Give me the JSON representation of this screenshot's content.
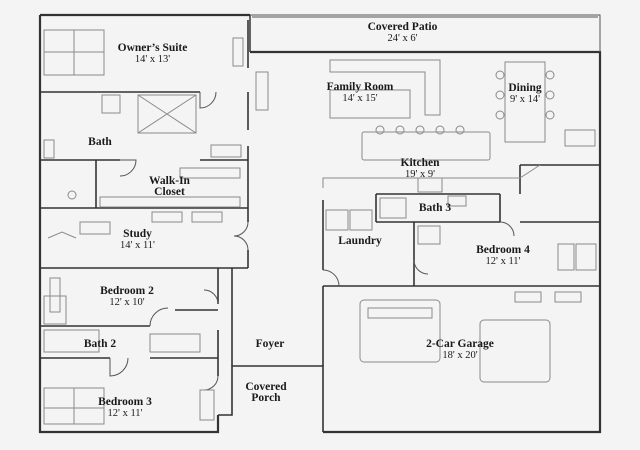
{
  "rooms": {
    "owners_suite": {
      "name": "Owner’s Suite",
      "dims": "14' x 13'"
    },
    "covered_patio": {
      "name": "Covered Patio",
      "dims": "24' x 6'"
    },
    "family_room": {
      "name": "Family Room",
      "dims": "14' x 15'"
    },
    "dining": {
      "name": "Dining",
      "dims": "9' x 14'"
    },
    "bath": {
      "name": "Bath"
    },
    "kitchen": {
      "name": "Kitchen",
      "dims": "19' x 9'"
    },
    "walk_in_closet": {
      "name_line1": "Walk-In",
      "name_line2": "Closet"
    },
    "bath3": {
      "name": "Bath 3"
    },
    "study": {
      "name": "Study",
      "dims": "14' x 11'"
    },
    "laundry": {
      "name": "Laundry"
    },
    "bedroom4": {
      "name": "Bedroom 4",
      "dims": "12' x 11'"
    },
    "bedroom2": {
      "name": "Bedroom 2",
      "dims": "12' x 10'"
    },
    "foyer": {
      "name": "Foyer"
    },
    "bath2": {
      "name": "Bath 2"
    },
    "garage": {
      "name": "2-Car Garage",
      "dims": "18' x 20'"
    },
    "bedroom3": {
      "name": "Bedroom 3",
      "dims": "12' x 11'"
    },
    "covered_porch": {
      "name_line1": "Covered",
      "name_line2": "Porch"
    }
  },
  "colors": {
    "wall": "#333333",
    "fixture": "#8a8a8a",
    "background": "#f4f4f4"
  }
}
